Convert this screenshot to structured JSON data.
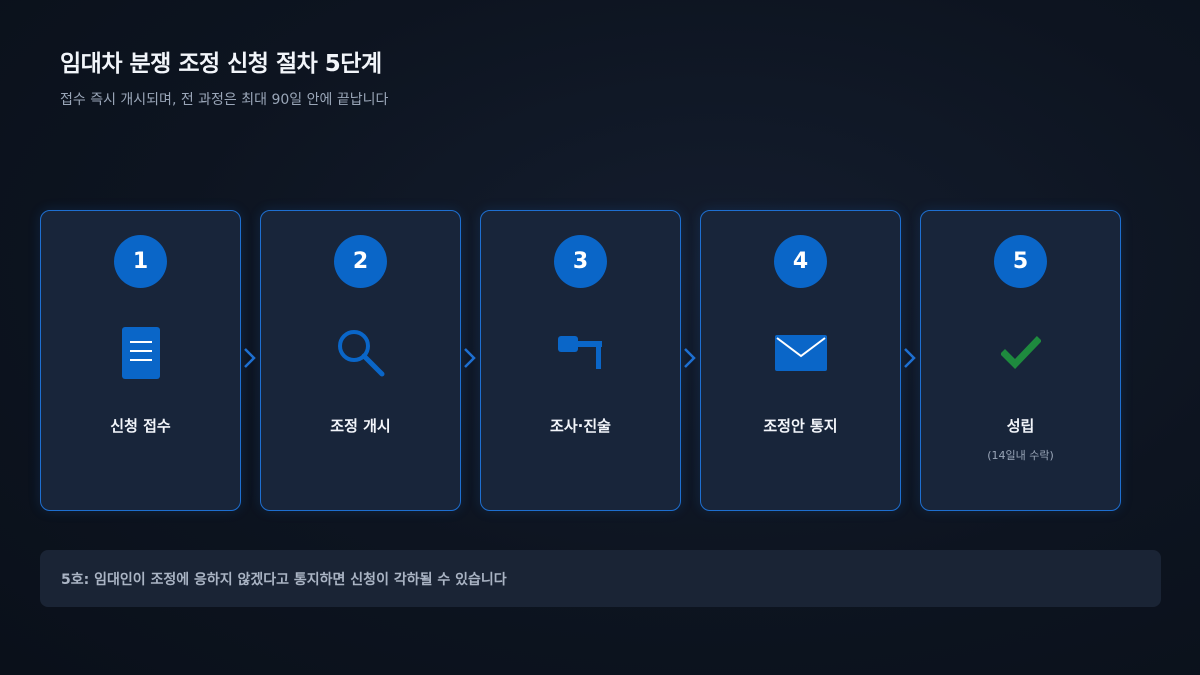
{
  "header": {
    "title": "임대차 분쟁 조정 신청 절차 5단계",
    "subtitle": "접수 즉시 개시되며, 전 과정은 최대 90일 안에 끝납니다"
  },
  "steps": [
    {
      "number": "1",
      "label": "신청 접수",
      "icon": "document-icon"
    },
    {
      "number": "2",
      "label": "조정 개시",
      "icon": "search-icon"
    },
    {
      "number": "3",
      "label": "조사·진술",
      "icon": "gavel-icon"
    },
    {
      "number": "4",
      "label": "조정안 통지",
      "icon": "envelope-icon"
    },
    {
      "number": "5",
      "label": "성립",
      "sublabel": "(14일내 수락)",
      "icon": "check-icon"
    }
  ],
  "note": {
    "text": "5호: 임대인이 조정에 응하지 않겠다고 통지하면 신청이 각하될 수 있습니다"
  },
  "colors": {
    "accent": "#0a66c8",
    "card_border": "#1e6fd0",
    "check": "#1e8a3e"
  }
}
